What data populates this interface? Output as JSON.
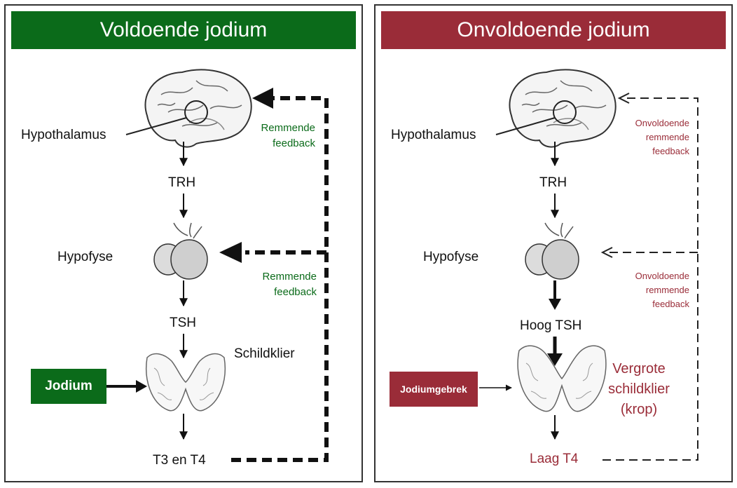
{
  "left": {
    "title": "Voldoende jodium",
    "hypothalamus": "Hypothalamus",
    "trh": "TRH",
    "hypofyse": "Hypofyse",
    "tsh": "TSH",
    "schildklier": "Schildklier",
    "jodium": "Jodium",
    "t3t4": "T3 en T4",
    "feedback_top_1": "Remmende",
    "feedback_top_2": "feedback",
    "feedback_mid_1": "Remmende",
    "feedback_mid_2": "feedback"
  },
  "right": {
    "title": "Onvoldoende jodium",
    "hypothalamus": "Hypothalamus",
    "trh": "TRH",
    "hypofyse": "Hypofyse",
    "tsh": "Hoog TSH",
    "schildklier_1": "Vergrote",
    "schildklier_2": "schildklier",
    "schildklier_3": "(krop)",
    "jodiumgebrek": "Jodiumgebrek",
    "t4": "Laag T4",
    "feedback_top_1": "Onvoldoende",
    "feedback_top_2": "remmende",
    "feedback_top_3": "feedback",
    "feedback_mid_1": "Onvoldoende",
    "feedback_mid_2": "remmende",
    "feedback_mid_3": "feedback"
  },
  "colors": {
    "green": "#0b6b1a",
    "red": "#9a2c38"
  }
}
